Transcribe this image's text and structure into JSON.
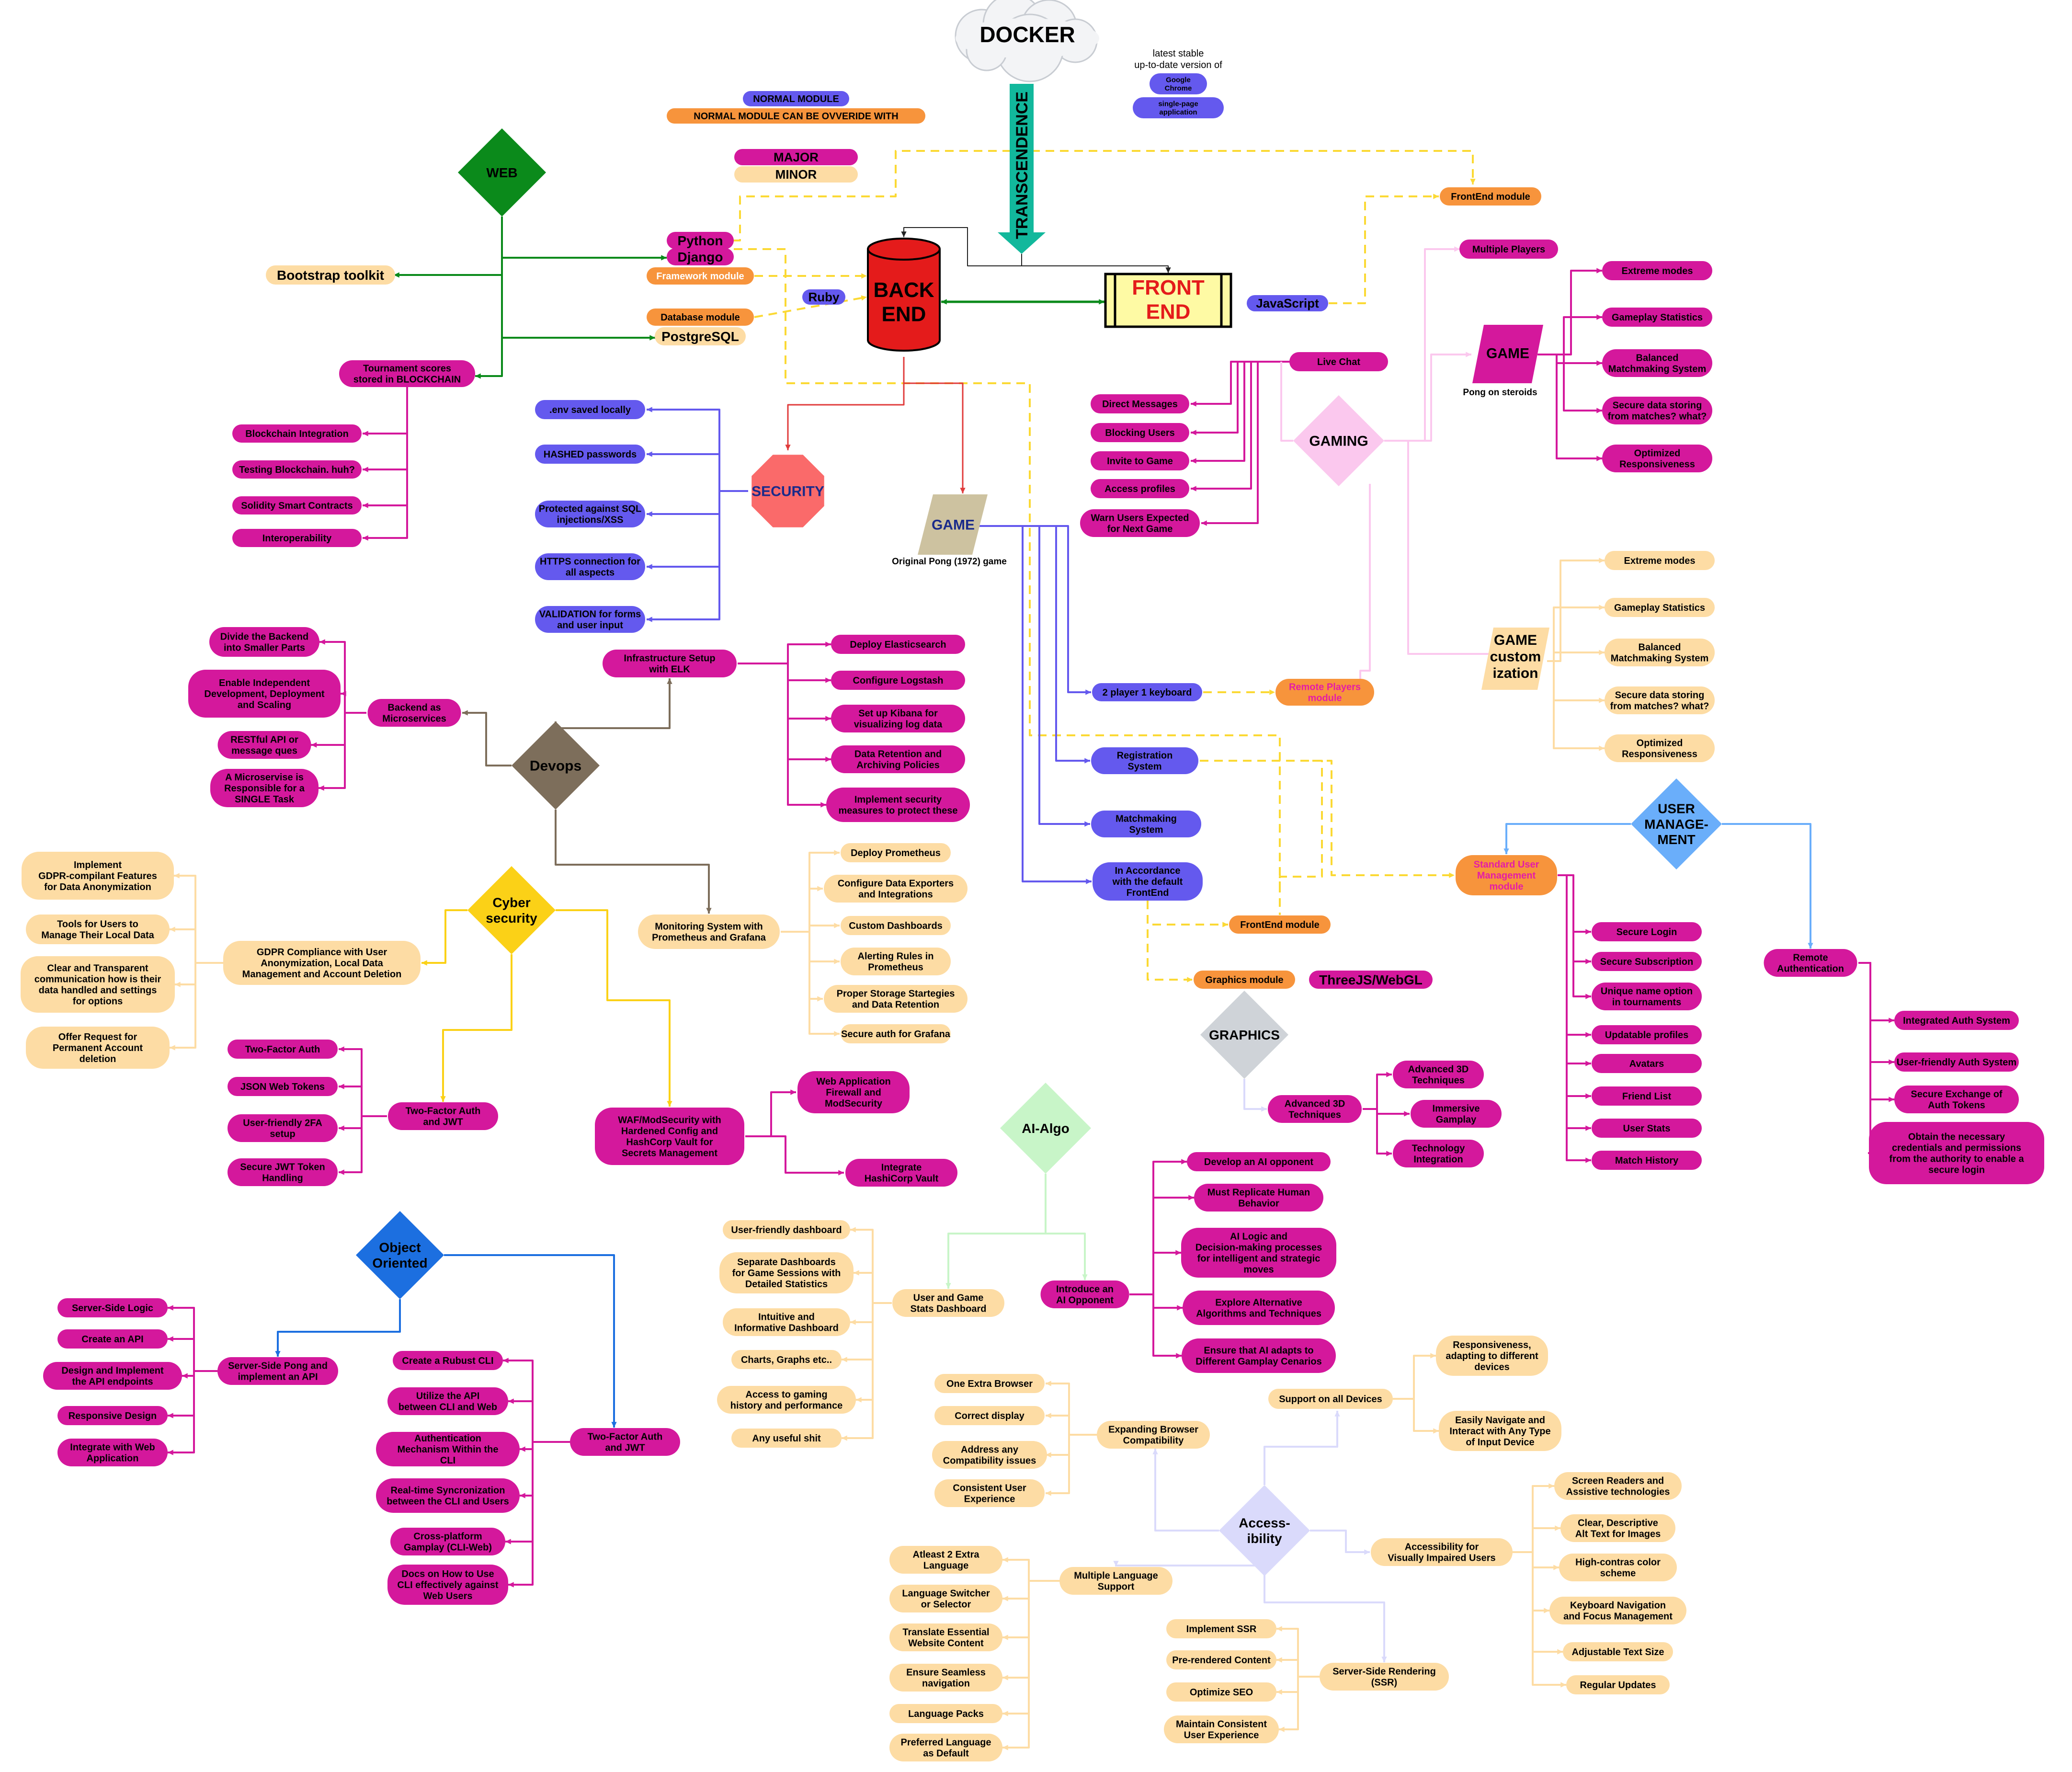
{
  "colors": {
    "magenta": "#d4189c",
    "magenta_text": "#000000",
    "orange": "#f7943c",
    "peach": "#fddca4",
    "blue": "#6459ee",
    "web_green": "#0b8a1b",
    "devops_brown": "#7d6e5b",
    "cyber_yellow": "#fbd117",
    "oo_blue": "#1c6fe0",
    "backend_red": "#e41b1b",
    "security_red": "#fa6a6a",
    "docker_teal": "#12b89c",
    "user_mgmt_blue": "#6aaefa",
    "gaming_pink": "#fbc8ee",
    "graphics_gray": "#cfd3d8",
    "ai_green": "#c8f5c8",
    "access_lavender": "#dadafb",
    "game_tan": "#cdc2a0",
    "frontend_yellow": "#fefaa4"
  },
  "legend": {
    "normal": "NORMAL MODULE",
    "normal_override": "NORMAL MODULE CAN BE OVVERIDE WITH",
    "major": "MAJOR",
    "minor": "MINOR"
  },
  "header": {
    "docker": "DOCKER",
    "transcendence": "TRANSCENDENCE",
    "chrome_note_line1": "latest stable",
    "chrome_note_line2": "up-to-date version of",
    "google_chrome": "Google Chrome",
    "single_page": "single-page application"
  },
  "web": {
    "title": "WEB",
    "bootstrap": "Bootstrap toolkit",
    "python": "Python",
    "django": "Django",
    "framework_module": "Framework module",
    "ruby": "Ruby",
    "database_module": "Database module",
    "postgresql": "PostgreSQL",
    "tournament": "Tournament scores stored in BLOCKCHAIN",
    "blockchain_items": [
      "Blockchain Integration",
      "Testing Blockchain. huh?",
      "Solidity Smart Contracts",
      "Interoperability"
    ]
  },
  "backend": {
    "label": "BACK END"
  },
  "frontend": {
    "label": "FRONT END",
    "javascript": "JavaScript",
    "frontend_module": "FrontEnd module"
  },
  "security": {
    "title": "SECURITY",
    "items": [
      ".env saved locally",
      "HASHED passwords",
      "Protected  against SQL injections/XSS",
      "HTTPS connection for all aspects",
      "VALIDATION for forms and user input"
    ]
  },
  "game": {
    "title": "GAME",
    "subtitle": "Original Pong (1972) game",
    "items": [
      "2 player 1 keyboard",
      "Registration System",
      "Matchmaking System",
      "In Accordance with the default FrontEnd"
    ],
    "remote_players": "Remote Players module",
    "frontend_module": "FrontEnd module",
    "graphics_module": "Graphics module",
    "threejs": "ThreeJS/WebGL"
  },
  "gaming": {
    "title": "GAMING",
    "live_chat": "Live Chat",
    "chat_items": [
      "Direct Messages",
      "Blocking Users",
      "Invite to Game",
      "Access profiles",
      "Warn Users Expected for Next Game"
    ],
    "multiple_players": "Multiple Players",
    "game2_title": "GAME",
    "game2_subtitle": "Pong on steroids",
    "game2_items": [
      "Extreme modes",
      "Gameplay Statistics",
      "Balanced Matchmaking System",
      "Secure data storing from matches? what?",
      "Optimized Responsiveness"
    ],
    "custom_title": "GAME custom ization",
    "custom_items": [
      "Extreme modes",
      "Gameplay Statistics",
      "Balanced Matchmaking System",
      "Secure data storing from matches? what?",
      "Optimized Responsiveness"
    ]
  },
  "user_mgmt": {
    "title": "USER MANAGE- MENT",
    "standard": "Standard User Management module",
    "items": [
      "Secure Login",
      "Secure Subscription",
      "Unique name option in tournaments",
      "Updatable profiles",
      "Avatars",
      "Friend List",
      "User Stats",
      "Match History"
    ],
    "remote_auth": "Remote Authentication",
    "remote_items": [
      "Integrated Auth System",
      "User-friendly Auth System",
      "Secure Exchange of Auth Tokens",
      "Obtain the necessary credentials and permissions from the authority to enable a secure login"
    ]
  },
  "devops": {
    "title": "Devops",
    "microservices": "Backend as Microservices",
    "micro_items": [
      "Divide the Backend into Smaller Parts",
      "Enable Independent Development, Deployment and Scaling",
      "RESTful API or message ques",
      "A Microservise is Responsible for a SINGLE Task"
    ],
    "elk": "Infrastructure Setup with ELK",
    "elk_items": [
      "Deploy Elasticsearch",
      "Configure Logstash",
      "Set up Kibana for visualizing log data",
      "Data Retention and Archiving Policies",
      "Implement security measures to protect these"
    ],
    "monitoring": "Monitoring System with Prometheus and Grafana",
    "monitoring_items": [
      "Deploy Prometheus",
      "Configure Data Exporters and Integrations",
      "Custom Dashboards",
      "Alerting Rules in Prometheus",
      "Proper Storage Startegies and Data Retention",
      "Secure auth for Grafana"
    ]
  },
  "cyber": {
    "title": "Cyber security",
    "gdpr": "GDPR Compliance with User Anonymization, Local Data Management and Account Deletion",
    "gdpr_items": [
      "Implement GDPR-compilant Features for Data Anonymization",
      "Tools for Users to Manage Their Local Data",
      "Clear and Transparent communication how is their data handled and settings for options",
      "Offer Request for Permanent Account deletion"
    ],
    "twofa": "Two-Factor Auth and JWT",
    "twofa_items": [
      "Two-Factor Auth",
      "JSON Web Tokens",
      "User-friendly 2FA setup",
      "Secure JWT Token Handling"
    ],
    "waf": "WAF/ModSecurity with Hardened Config and HashCorp Vault for Secrets Management",
    "waf_items": [
      "Web Application Firewall and ModSecurity",
      "Integrate HashiCorp Vault"
    ]
  },
  "graphics": {
    "title": "GRAPHICS",
    "adv3d": "Advanced 3D Techniques",
    "items": [
      "Advanced 3D Techniques",
      "Immersive Gamplay",
      "Technology Integration"
    ]
  },
  "ai": {
    "title": "AI-Algo",
    "stats": "User and Game Stats Dashboard",
    "stats_items": [
      "User-friendly dashboard",
      "Separate Dashboards for Game Sessions with Detailed Statistics",
      "Intuitive and Informative Dashboard",
      "Charts, Graphs etc..",
      "Access to gaming history and performance",
      "Any useful shit"
    ],
    "opponent": "Introduce an AI Opponent",
    "opponent_items": [
      "Develop an AI opponent",
      "Must Replicate Human Behavior",
      "AI Logic and Decision-making processes for intelligent and strategic moves",
      "Explore Alternative Algorithms and Techniques",
      "Ensure that AI adapts to Different Gamplay Cenarios"
    ]
  },
  "oo": {
    "title": "Object Oriented",
    "ssp": "Server-Side Pong and implement an API",
    "ssp_items": [
      "Server-Side Logic",
      "Create an API",
      "Design and Implement the API endpoints",
      "Responsive Design",
      "Integrate with Web Application"
    ],
    "twofa": "Two-Factor Auth and JWT",
    "twofa_items": [
      "Create a Rubust CLI",
      "Utilize the API between CLI and Web",
      "Authentication Mechanism Within the CLI",
      "Real-time Syncronization between the CLI and Users",
      "Cross-platform Gamplay (CLI-Web)",
      "Docs on How to Use CLI effectively against Web Users"
    ]
  },
  "access": {
    "title": "Access- ibility",
    "devices": "Support on all Devices",
    "devices_items": [
      "Responsiveness, adapting to different devices",
      "Easily Navigate and Interact with Any Type of Input Device"
    ],
    "browser": "Expanding Browser Compatibility",
    "browser_items": [
      "One Extra Browser",
      "Correct display",
      "Address any Compatibility issues",
      "Consistent User Experience"
    ],
    "visual": "Accessibility for Visually Impaired Users",
    "visual_items": [
      "Screen Readers and Assistive technologies",
      "Clear, Descriptive Alt Text for Images",
      "High-contras color scheme",
      "Keyboard Navigation and Focus Management",
      "Adjustable Text Size",
      "Regular Updates"
    ],
    "language": "Multiple Language Support",
    "language_items": [
      "Atleast 2 Extra Language",
      "Language Switcher or Selector",
      "Translate Essential Website Content",
      "Ensure Seamless navigation",
      "Language Packs",
      "Preferred Language as Default"
    ],
    "ssr": "Server-Side Rendering (SSR)",
    "ssr_items": [
      "Implement SSR",
      "Pre-rendered Content",
      "Optimize SEO",
      "Maintain Consistent User Experience"
    ]
  }
}
